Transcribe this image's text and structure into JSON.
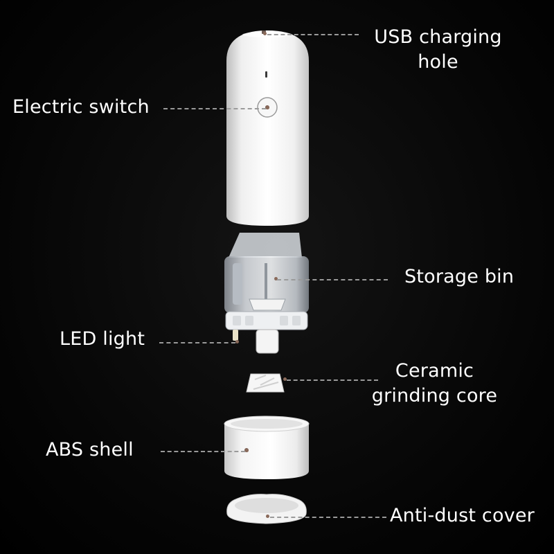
{
  "labels": {
    "usb": [
      "USB charging",
      "hole"
    ],
    "switch": "Electric switch",
    "storage": "Storage bin",
    "led": "LED light",
    "ceramic": [
      "Ceramic",
      "grinding core"
    ],
    "abs": "ABS shell",
    "antidust": "Anti-dust cover"
  },
  "colors": {
    "background": "#000000",
    "text": "#ffffff",
    "leader_line": "#9a9a9a",
    "body_white": "#f2f2f2"
  },
  "parts": [
    "main-body",
    "storage-bin",
    "ceramic-grinding-core",
    "abs-shell",
    "anti-dust-cover"
  ]
}
